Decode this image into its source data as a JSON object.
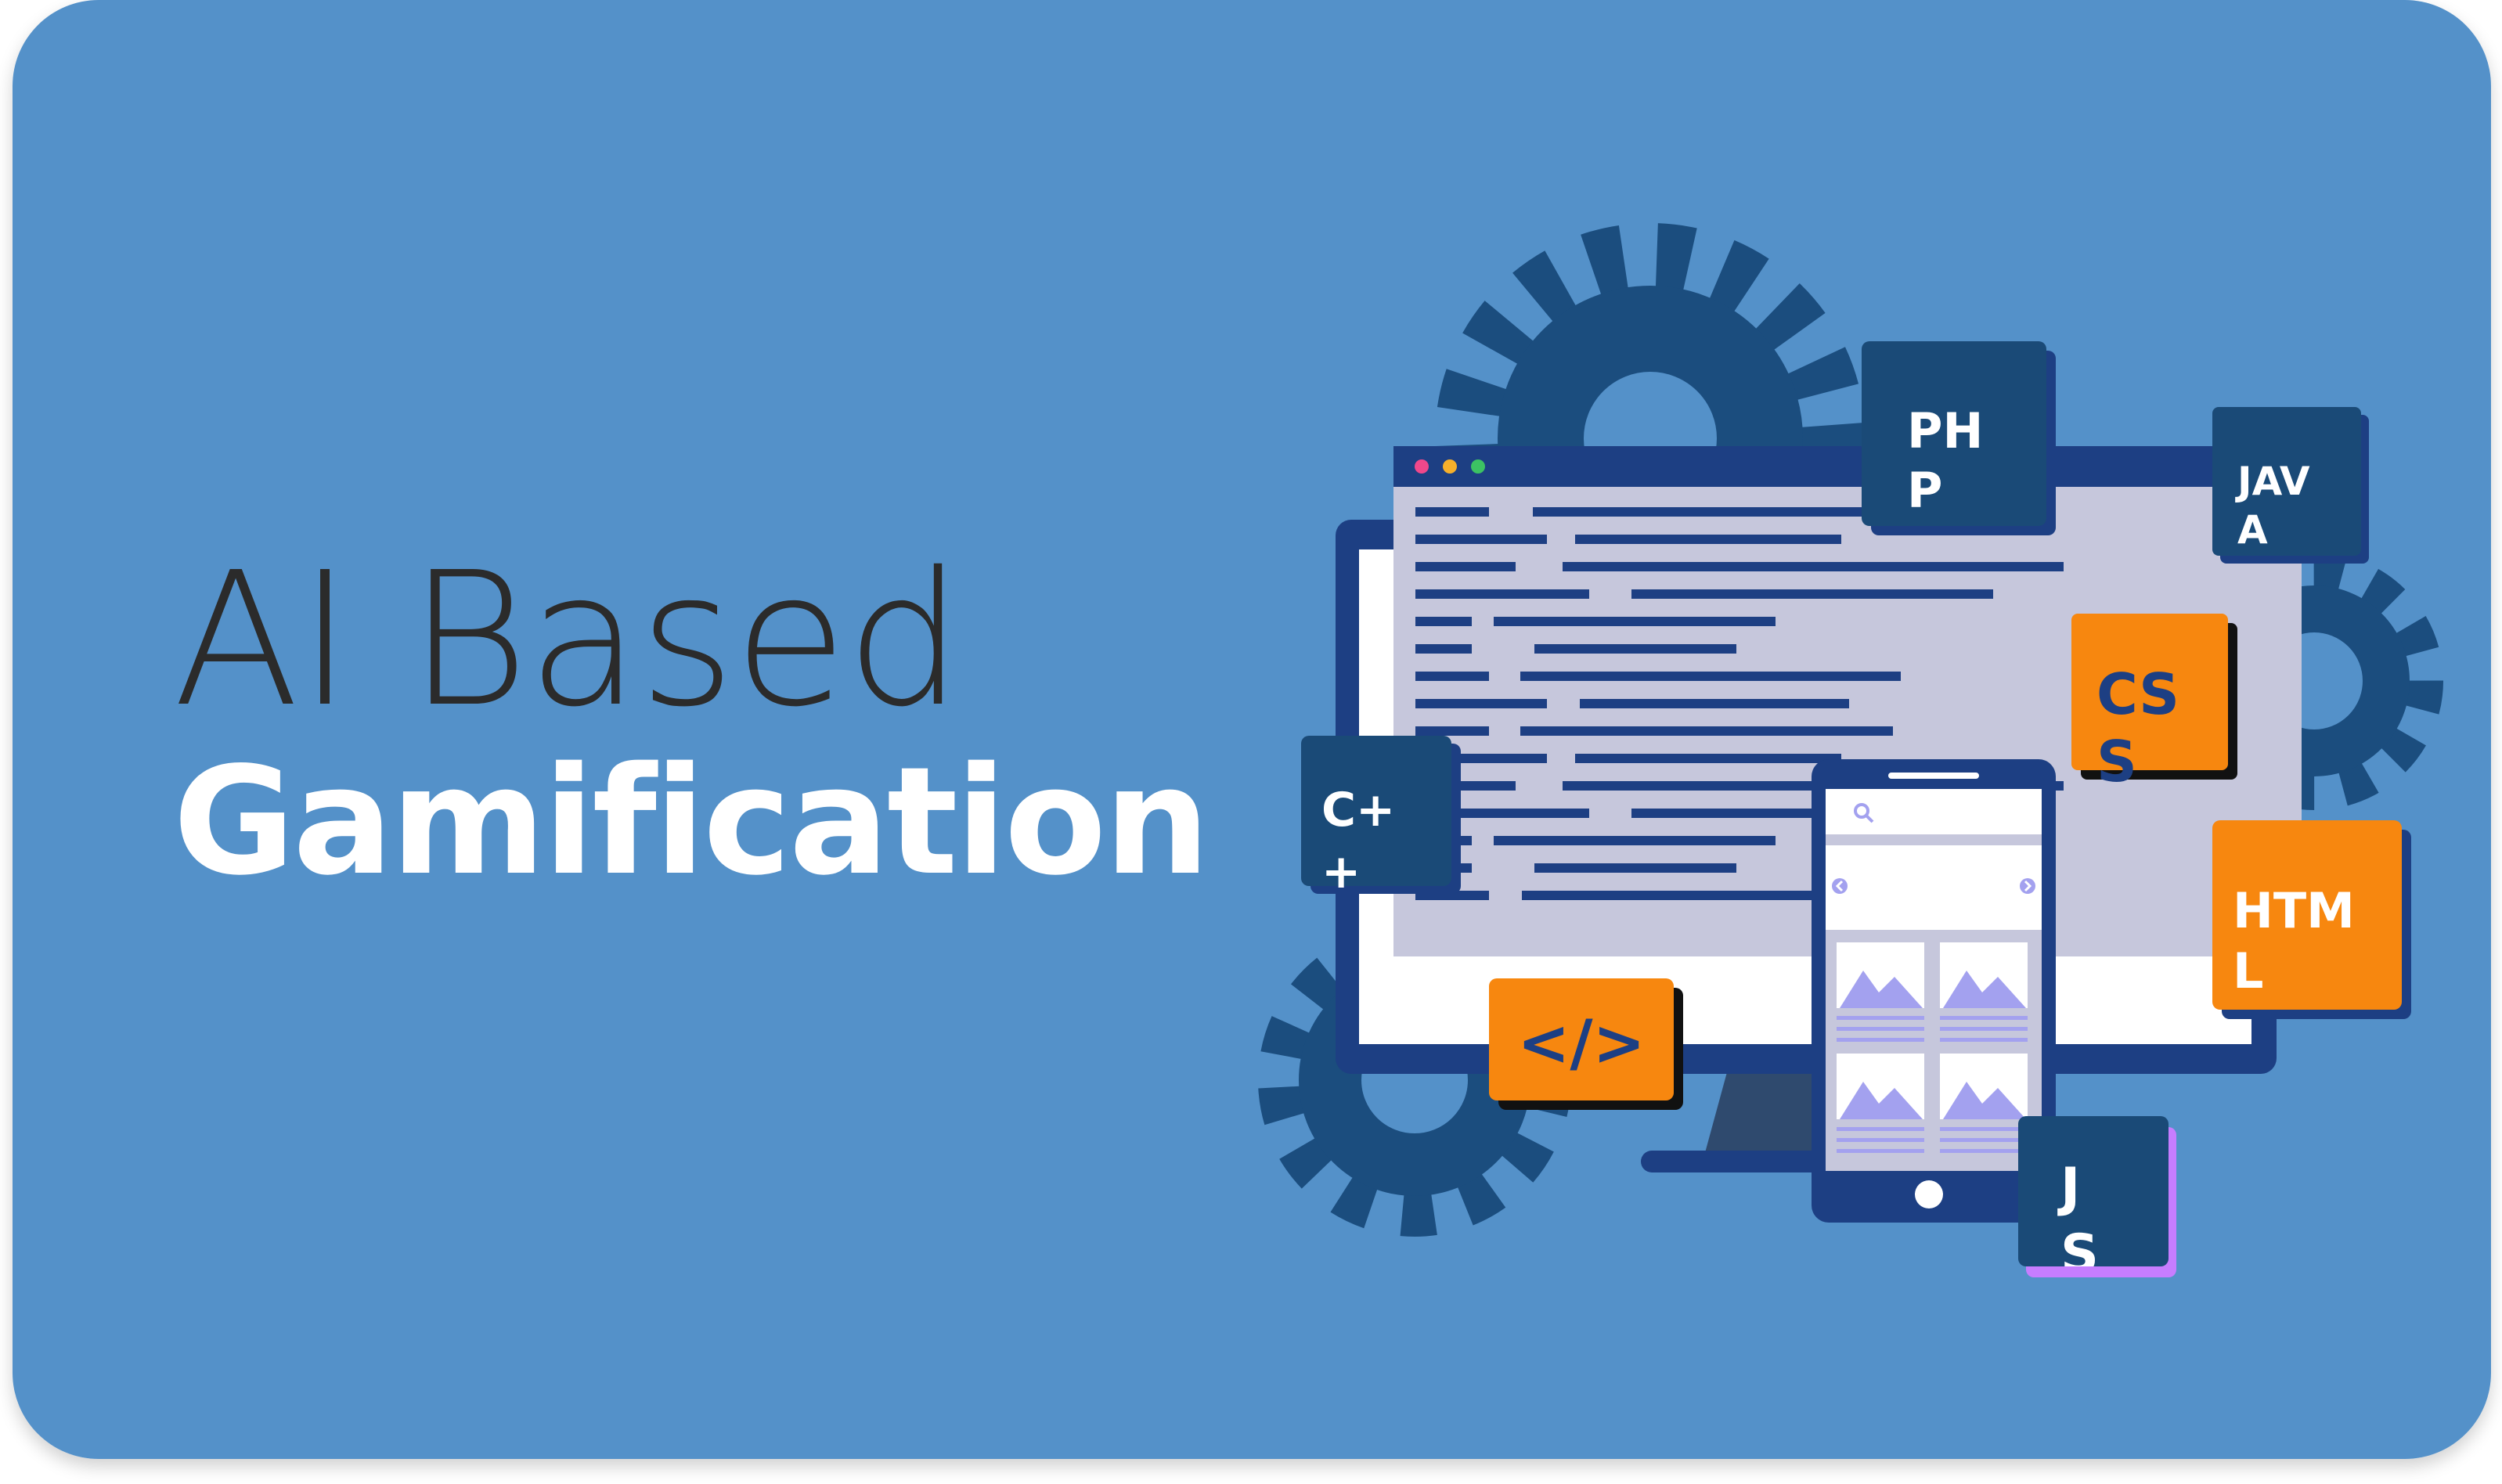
{
  "colors": {
    "background": "#5491c9",
    "title_light": "#2b2b2b",
    "title_bold": "#ffffff",
    "gear": "#1b4d7e",
    "navy": "#1d3f83",
    "dark_tag": "#1a4a77",
    "orange": "#f7870f",
    "screen_inner": "#c6c7dc",
    "white": "#ffffff",
    "lavender": "#a3a1ef"
  },
  "headline": {
    "line1": "AI Based",
    "line2": "Gamification"
  },
  "tags": {
    "php": [
      "PH",
      "P"
    ],
    "java": [
      "JAV",
      "A"
    ],
    "css": [
      "CS",
      "S"
    ],
    "cpp": [
      "C+",
      "+"
    ],
    "html": [
      "HTM",
      "L"
    ],
    "code": "</>",
    "js": [
      "J",
      "S"
    ]
  },
  "icons": {
    "gears": "gear-icon",
    "monitor": "monitor-icon",
    "phone": "smartphone-icon",
    "search": "search-icon",
    "images": "image-placeholder-icon"
  }
}
